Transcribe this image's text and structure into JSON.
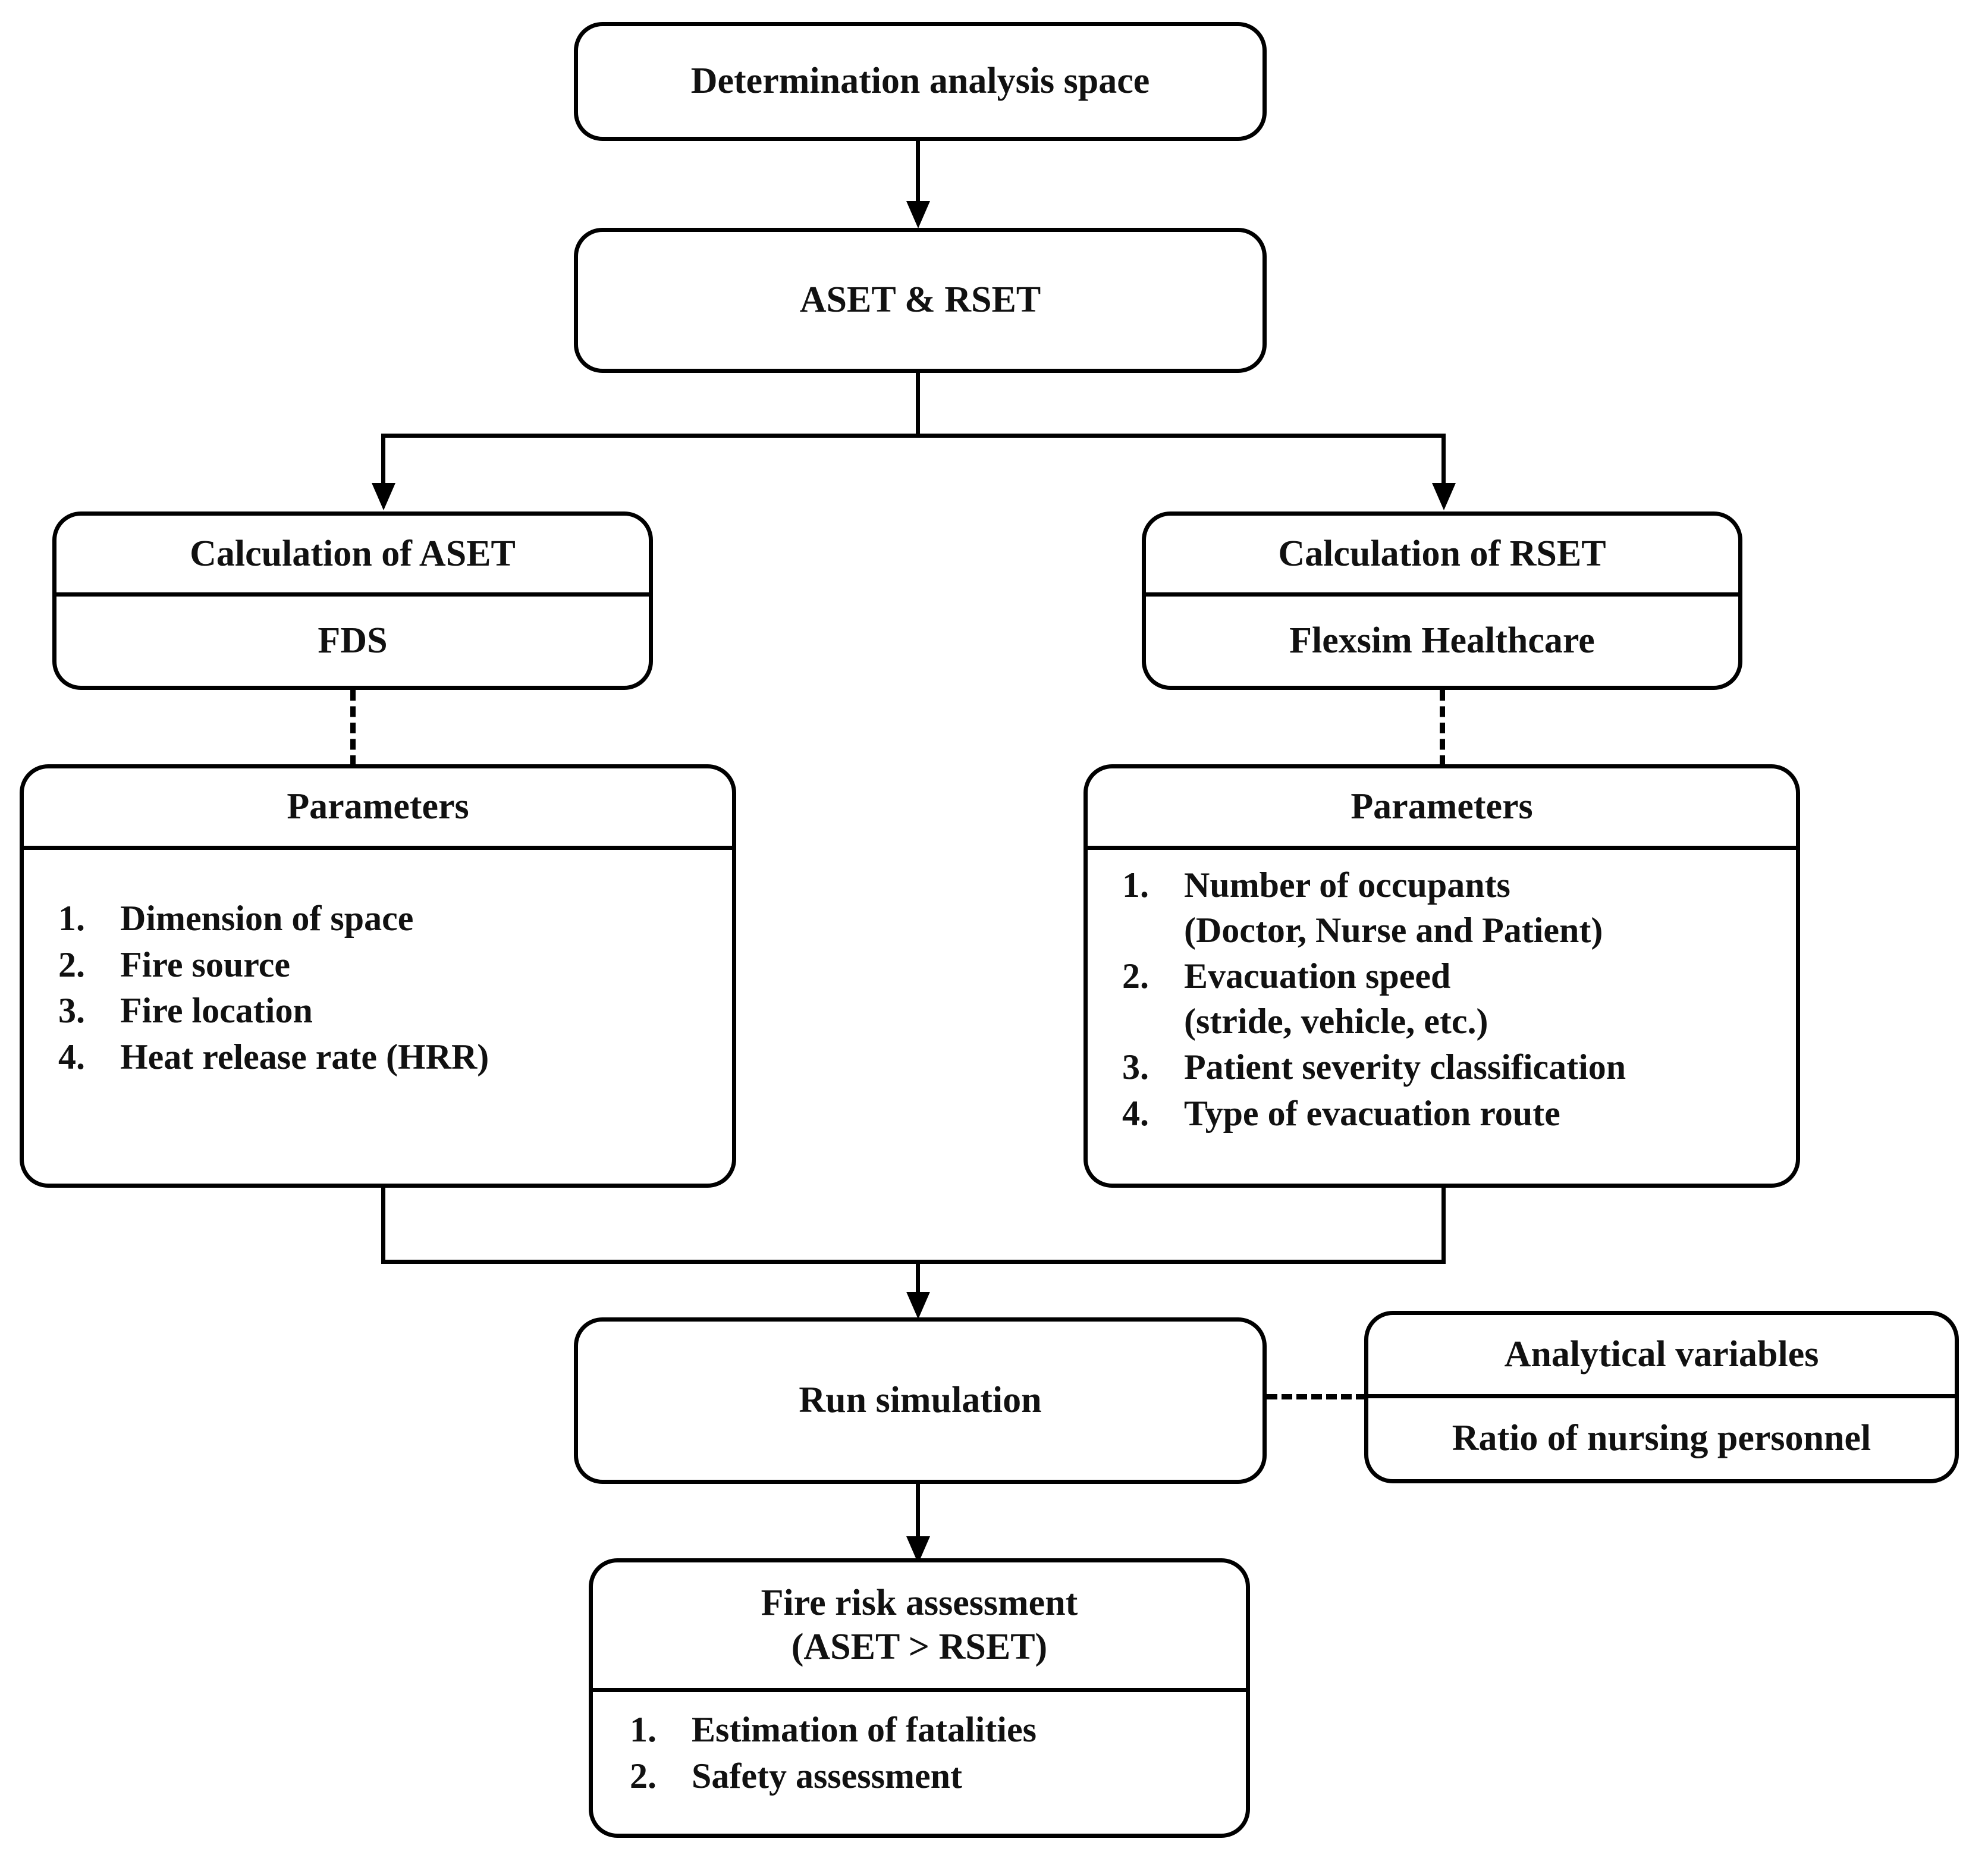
{
  "diagram": {
    "title": "Fire risk assessment flowchart (ASET/RSET)",
    "nodes": {
      "determination": {
        "label": "Determination analysis space"
      },
      "aset_rset": {
        "label": "ASET & RSET"
      },
      "calc_aset": {
        "header": "Calculation of ASET",
        "tool": "FDS"
      },
      "calc_rset": {
        "header": "Calculation of RSET",
        "tool": "Flexsim Healthcare"
      },
      "params_aset": {
        "header": "Parameters",
        "items": [
          {
            "num": "1.",
            "text": "Dimension of space"
          },
          {
            "num": "2.",
            "text": "Fire source"
          },
          {
            "num": "3.",
            "text": "Fire location"
          },
          {
            "num": "4.",
            "text": "Heat release rate (HRR)"
          }
        ]
      },
      "params_rset": {
        "header": "Parameters",
        "items": [
          {
            "num": "1.",
            "text": "Number of occupants\n(Doctor, Nurse and Patient)"
          },
          {
            "num": "2.",
            "text": "Evacuation speed\n(stride, vehicle, etc.)"
          },
          {
            "num": "3.",
            "text": "Patient severity classification"
          },
          {
            "num": "4.",
            "text": "Type of evacuation route"
          }
        ]
      },
      "run_simulation": {
        "label": "Run simulation"
      },
      "analytical_variables": {
        "header": "Analytical variables",
        "value": "Ratio of nursing personnel"
      },
      "fire_risk": {
        "header": "Fire risk assessment\n(ASET > RSET)",
        "items": [
          {
            "num": "1.",
            "text": "Estimation of  fatalities"
          },
          {
            "num": "2.",
            "text": "Safety assessment"
          }
        ]
      }
    },
    "colors": {
      "stroke": "#000000",
      "text": "#111111",
      "background": "#ffffff"
    }
  }
}
